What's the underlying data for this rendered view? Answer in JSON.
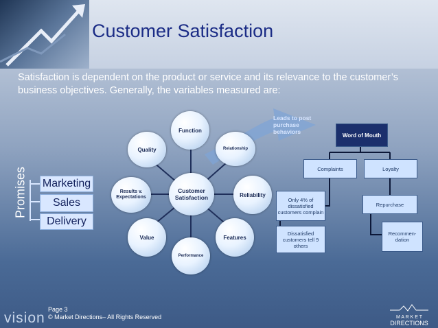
{
  "slide": {
    "title": "Customer Satisfaction",
    "intro_line1": "Satisfaction is dependent on the product or service and its relevance to the customer’s",
    "intro_line2": "business objectives.  Generally, the variables measured are:"
  },
  "satisfaction_wheel": {
    "center": "Customer Satisfaction",
    "nodes": [
      "Function",
      "Relationship",
      "Reliability",
      "Features",
      "Performance",
      "Value",
      "Results v. Expectations",
      "Quality"
    ]
  },
  "arrow_label": "Leads to post purchase behaviors",
  "promises": {
    "label": "Promises",
    "items": [
      "Marketing",
      "Sales",
      "Delivery"
    ]
  },
  "tree": {
    "root": "Word of Mouth",
    "complaints": "Complaints",
    "loyalty": "Loyalty",
    "complain_stat": "Only 4% of dissatisfied customers complain",
    "dissatisfied_stat": "Dissatisfied customers tell 9 others",
    "repurchase": "Repurchase",
    "recommendation": "Recommen- dation"
  },
  "footer": {
    "page": "Page 3",
    "copyright": "© Market Directions– All Rights Reserved",
    "brand_left": "vision",
    "logo_top": "M A R K E T",
    "logo_bottom": "DIRECTIONS"
  }
}
